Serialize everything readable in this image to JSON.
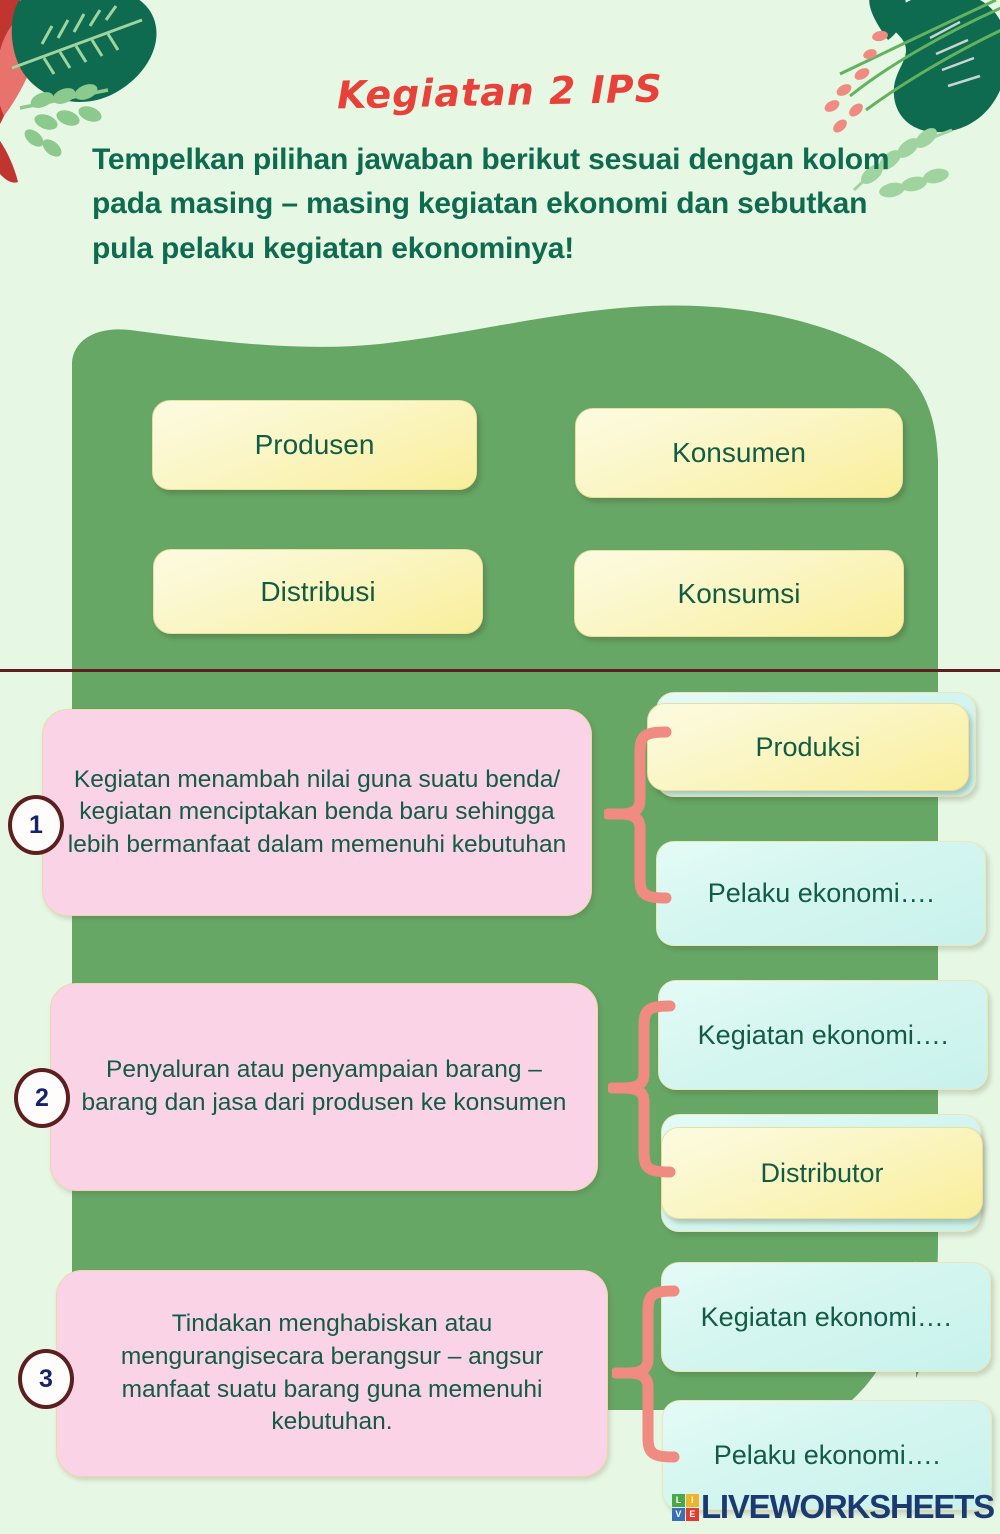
{
  "header": {
    "title": "Kegiatan 2 IPS",
    "instruction": "Tempelkan pilihan jawaban berikut sesuai dengan kolom pada masing – masing kegiatan ekonomi dan sebutkan pula pelaku kegiatan ekonominya!"
  },
  "choices": [
    {
      "label": "Produsen"
    },
    {
      "label": "Konsumen"
    },
    {
      "label": "Distribusi"
    },
    {
      "label": "Konsumsi"
    }
  ],
  "rows": [
    {
      "number": "1",
      "statement": "Kegiatan menambah nilai guna suatu benda/ kegiatan menciptakan benda baru sehingga lebih bermanfaat dalam memenuhi kebutuhan",
      "answers": [
        {
          "label": "Produksi",
          "style": "yellow",
          "stacked": true
        },
        {
          "label": "Pelaku ekonomi….",
          "style": "cyan",
          "stacked": false
        }
      ]
    },
    {
      "number": "2",
      "statement": "Penyaluran atau penyampaian barang – barang dan jasa dari produsen ke konsumen",
      "answers": [
        {
          "label": "Kegiatan ekonomi….",
          "style": "cyan",
          "stacked": false
        },
        {
          "label": "Distributor",
          "style": "yellow",
          "stacked": true
        }
      ]
    },
    {
      "number": "3",
      "statement": "Tindakan menghabiskan atau mengurangisecara berangsur – angsur manfaat suatu barang guna memenuhi kebutuhan.",
      "answers": [
        {
          "label": "Kegiatan ekonomi….",
          "style": "cyan",
          "stacked": false
        },
        {
          "label": "Pelaku ekonomi….",
          "style": "cyan",
          "stacked": false
        }
      ]
    }
  ],
  "footer": {
    "brand": "LIVEWORKSHEETS",
    "logo_letters": [
      "L",
      "I",
      "V",
      "E"
    ],
    "logo_colors": [
      "#4aa84a",
      "#f0b429",
      "#3a6fb5",
      "#e23b32"
    ]
  },
  "colors": {
    "background": "#e6f7e4",
    "panel_green": "#66a766",
    "title_red": "#e8413a",
    "heading_green": "#0e6b4f",
    "text_green": "#125c44",
    "divider_maroon": "#5c1f1f",
    "brace_salmon": "#ef8b81",
    "pink_card": "#fad3e7",
    "badge_number": "#16246b"
  }
}
